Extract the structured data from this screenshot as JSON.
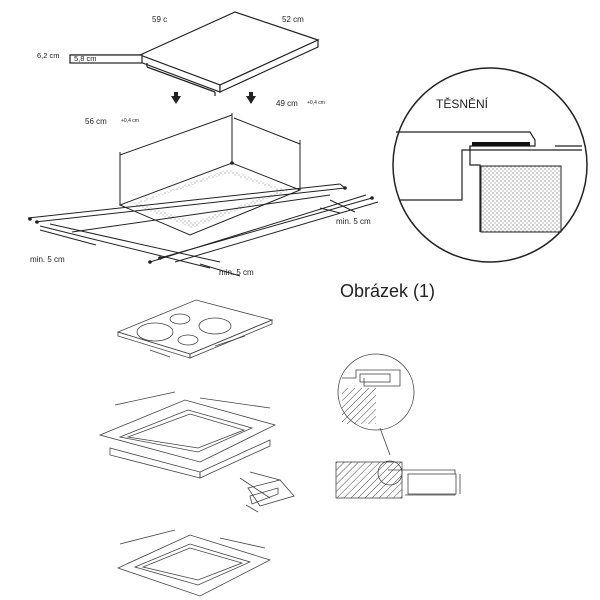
{
  "hob_dimensions": {
    "depth": "59 c",
    "width": "52 cm",
    "thickness_total": "6,2 cm",
    "thickness_body": "5,8 cm"
  },
  "cutout_dimensions": {
    "length": "56 cm",
    "length_tolerance": "+0,4 cm",
    "width": "49 cm",
    "width_tolerance": "+0,4 cm"
  },
  "clearances": {
    "left": "min. 5 cm",
    "front": "min. 5 cm",
    "back": "min. 5 cm"
  },
  "seal_detail": {
    "title": "TĚSNĚNÍ"
  },
  "figure_caption": "Obrázek (1)"
}
